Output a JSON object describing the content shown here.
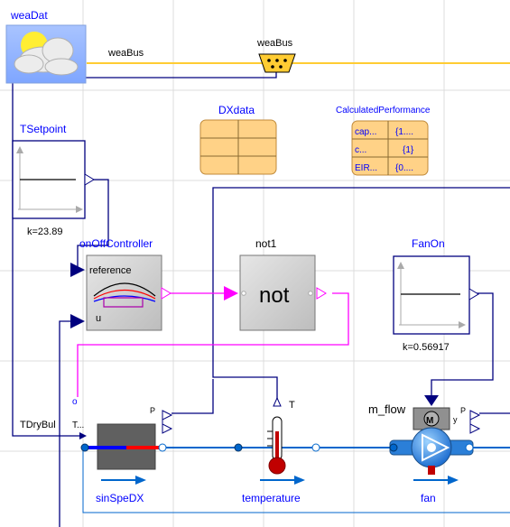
{
  "diagram": {
    "components": {
      "weather": {
        "name": "weaDat",
        "bus_label": "weaBus",
        "connector_label": "weaBus"
      },
      "dx_data": {
        "name": "DXdata"
      },
      "calc_perf": {
        "name": "CalculatedPerformance",
        "rows": [
          [
            "cap...",
            "{1...."
          ],
          [
            "c...",
            "{1}"
          ],
          [
            "EIR...",
            "{0...."
          ]
        ]
      },
      "tsetpoint": {
        "name": "TSetpoint",
        "param": "k=23.89"
      },
      "controller": {
        "name": "onOffController",
        "input_reference": "reference",
        "input_u": "u"
      },
      "not_block": {
        "name": "not1",
        "symbol": "not"
      },
      "fan_on": {
        "name": "FanOn",
        "param": "k=0.56917"
      },
      "coil": {
        "name": "sinSpeDX",
        "port_p": "P",
        "port_o": "o",
        "port_t": "T..."
      },
      "temperature": {
        "name": "temperature",
        "port_t": "T"
      },
      "fan": {
        "name": "fan",
        "port_mflow": "m_flow",
        "port_p": "P",
        "port_y": "y",
        "motor": "M"
      },
      "tdrybul": {
        "name": "TDryBul"
      }
    },
    "colors": {
      "block_border": "#000000",
      "connector": "#00007f",
      "boolean": "#ff00ff",
      "bus": "#ffcc33",
      "fluid": "#0066cc",
      "label_blue": "#0000ff",
      "grid": "#dddddd"
    }
  }
}
